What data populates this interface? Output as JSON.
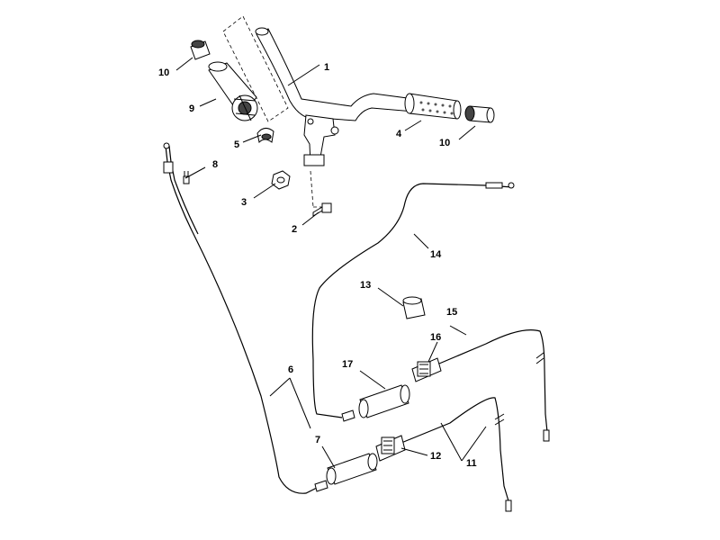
{
  "diagram": {
    "callouts": [
      {
        "id": "c1",
        "label": "1"
      },
      {
        "id": "c2",
        "label": "2"
      },
      {
        "id": "c3",
        "label": "3"
      },
      {
        "id": "c4",
        "label": "4"
      },
      {
        "id": "c5",
        "label": "5"
      },
      {
        "id": "c6",
        "label": "6"
      },
      {
        "id": "c7",
        "label": "7"
      },
      {
        "id": "c8",
        "label": "8"
      },
      {
        "id": "c9",
        "label": "9"
      },
      {
        "id": "c10a",
        "label": "10"
      },
      {
        "id": "c10b",
        "label": "10"
      },
      {
        "id": "c11",
        "label": "11"
      },
      {
        "id": "c12",
        "label": "12"
      },
      {
        "id": "c13",
        "label": "13"
      },
      {
        "id": "c14",
        "label": "14"
      },
      {
        "id": "c15",
        "label": "15"
      },
      {
        "id": "c16",
        "label": "16"
      },
      {
        "id": "c17",
        "label": "17"
      }
    ]
  }
}
